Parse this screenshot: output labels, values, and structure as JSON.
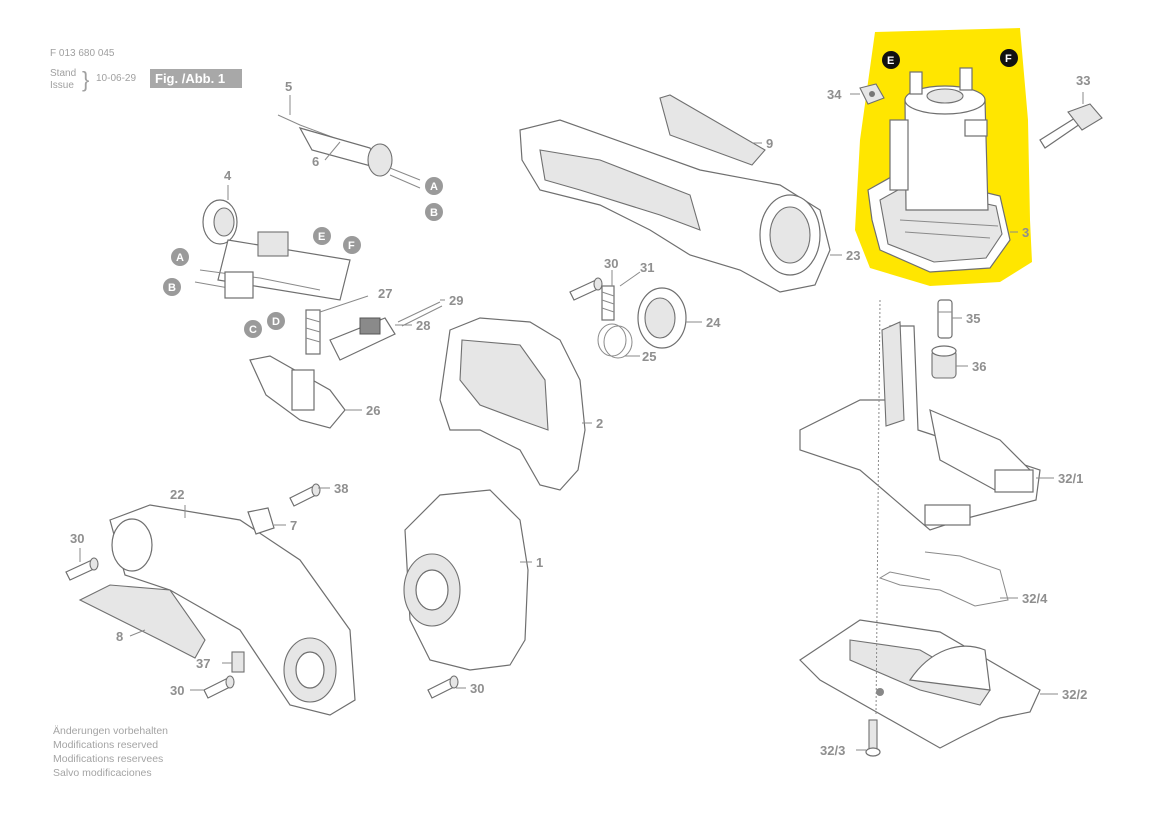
{
  "header": {
    "part_number": "F 013 680 045",
    "stand_label": "Stand",
    "issue_label": "Issue",
    "date": "10-06-29",
    "figure_label": "Fig. /Abb. 1"
  },
  "footer": {
    "lines": [
      "Änderungen vorbehalten",
      "Modifications reserved",
      "Modifications reservees",
      "Salvo modificaciones"
    ]
  },
  "highlight_color": "#ffe600",
  "callouts": {
    "p1": "1",
    "p2": "2",
    "p3": "3",
    "p5": "5",
    "p6": "6",
    "p4": "4",
    "p7": "7",
    "p8": "8",
    "p9": "9",
    "p22": "22",
    "p23": "23",
    "p24": "24",
    "p25": "25",
    "p26": "26",
    "p27": "27",
    "p28": "28",
    "p29": "29",
    "p30a": "30",
    "p30b": "30",
    "p30c": "30",
    "p30d": "30",
    "p31": "31",
    "p33": "33",
    "p34": "34",
    "p35": "35",
    "p36": "36",
    "p37": "37",
    "p38": "38",
    "p32_1": "32/1",
    "p32_2": "32/2",
    "p32_3": "32/3",
    "p32_4": "32/4"
  },
  "connectors": {
    "A": "A",
    "B": "B",
    "C": "C",
    "D": "D",
    "E": "E",
    "F": "F"
  }
}
